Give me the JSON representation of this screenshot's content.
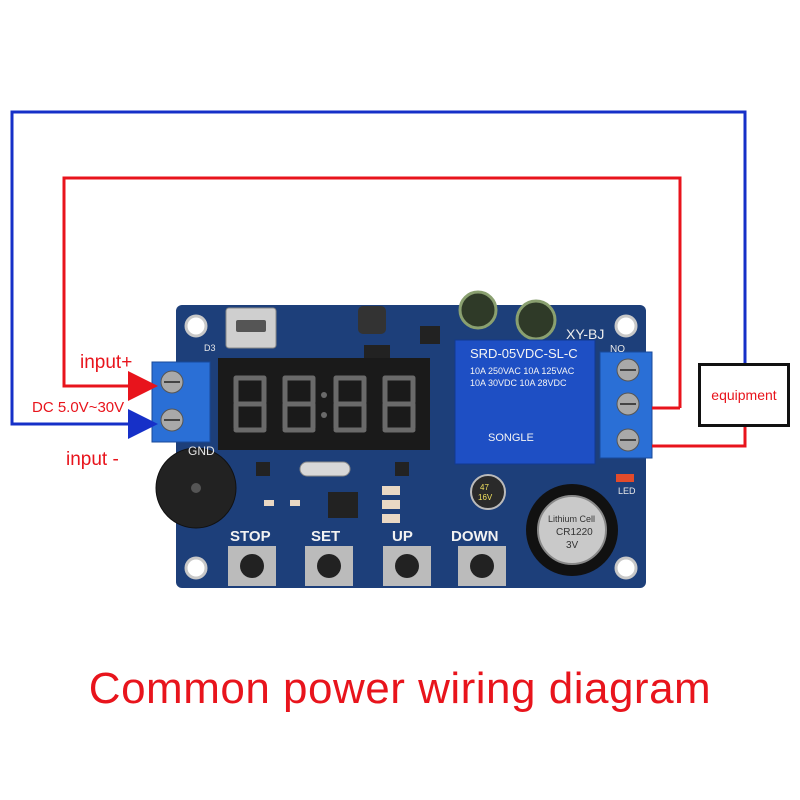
{
  "title": "Common power wiring diagram",
  "labels": {
    "input_plus": "input+",
    "supply_range": "DC 5.0V~30V",
    "input_minus": "input -",
    "equipment": "equipment"
  },
  "board": {
    "model": "XY-BJ",
    "gnd": "GND",
    "d3": "D3",
    "no": "NO",
    "led": "LED",
    "buttons": [
      "STOP",
      "SET",
      "UP",
      "DOWN"
    ],
    "relay": {
      "model": "SRD-05VDC-SL-C",
      "ratings": [
        "10A 250VAC  10A 125VAC",
        "10A 30VDC  10A 28VDC"
      ],
      "brand": "SONGLE"
    },
    "battery": [
      "Lithium Cell",
      "CR1220",
      "3V"
    ],
    "capacitor": [
      "47",
      "16V"
    ]
  },
  "colors": {
    "wire_positive": "#e8141c",
    "wire_negative": "#1630c8",
    "pcb": "#1d3f7a",
    "terminal": "#2a6fd6",
    "relay": "#1e4fc4",
    "display": "#1a1a1a",
    "title": "#e8141c"
  }
}
